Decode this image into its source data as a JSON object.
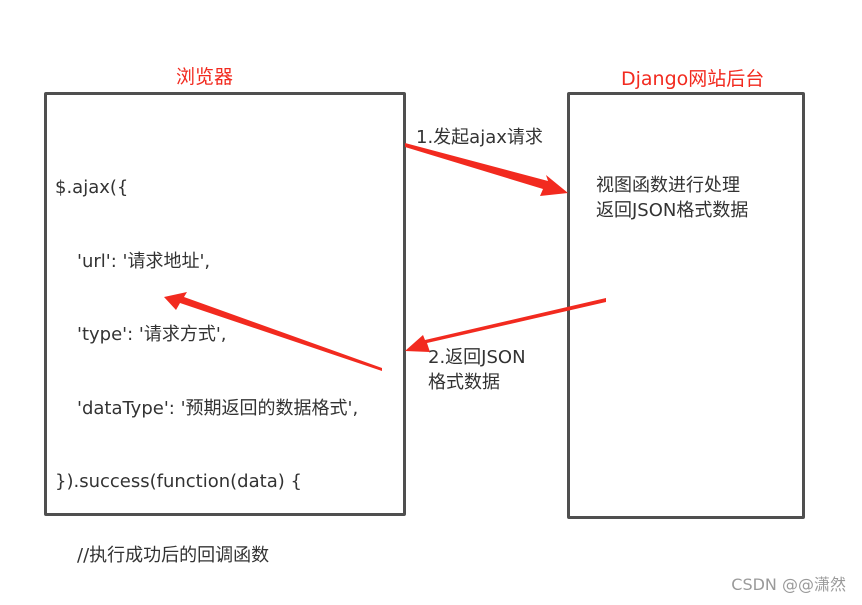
{
  "browser": {
    "title": "浏览器",
    "code_lines": [
      "$.ajax({",
      "'url': '请求地址',",
      "'type': '请求方式',",
      "'dataType': '预期返回的数据格式',",
      "}).success(function(data) {",
      "//执行成功后的回调函数"
    ]
  },
  "server": {
    "title": "Django网站后台",
    "text_lines": [
      "视图函数进行处理",
      "返回JSON格式数据"
    ]
  },
  "arrows": {
    "request_label": "1.发起ajax请求",
    "response_label_lines": [
      "2.返回JSON",
      "格式数据"
    ]
  },
  "colors": {
    "title": "#f22a1f",
    "arrow": "#f22a1f",
    "box_border": "#4f4f4f",
    "text": "#333333"
  },
  "watermark": "CSDN @@潇然"
}
